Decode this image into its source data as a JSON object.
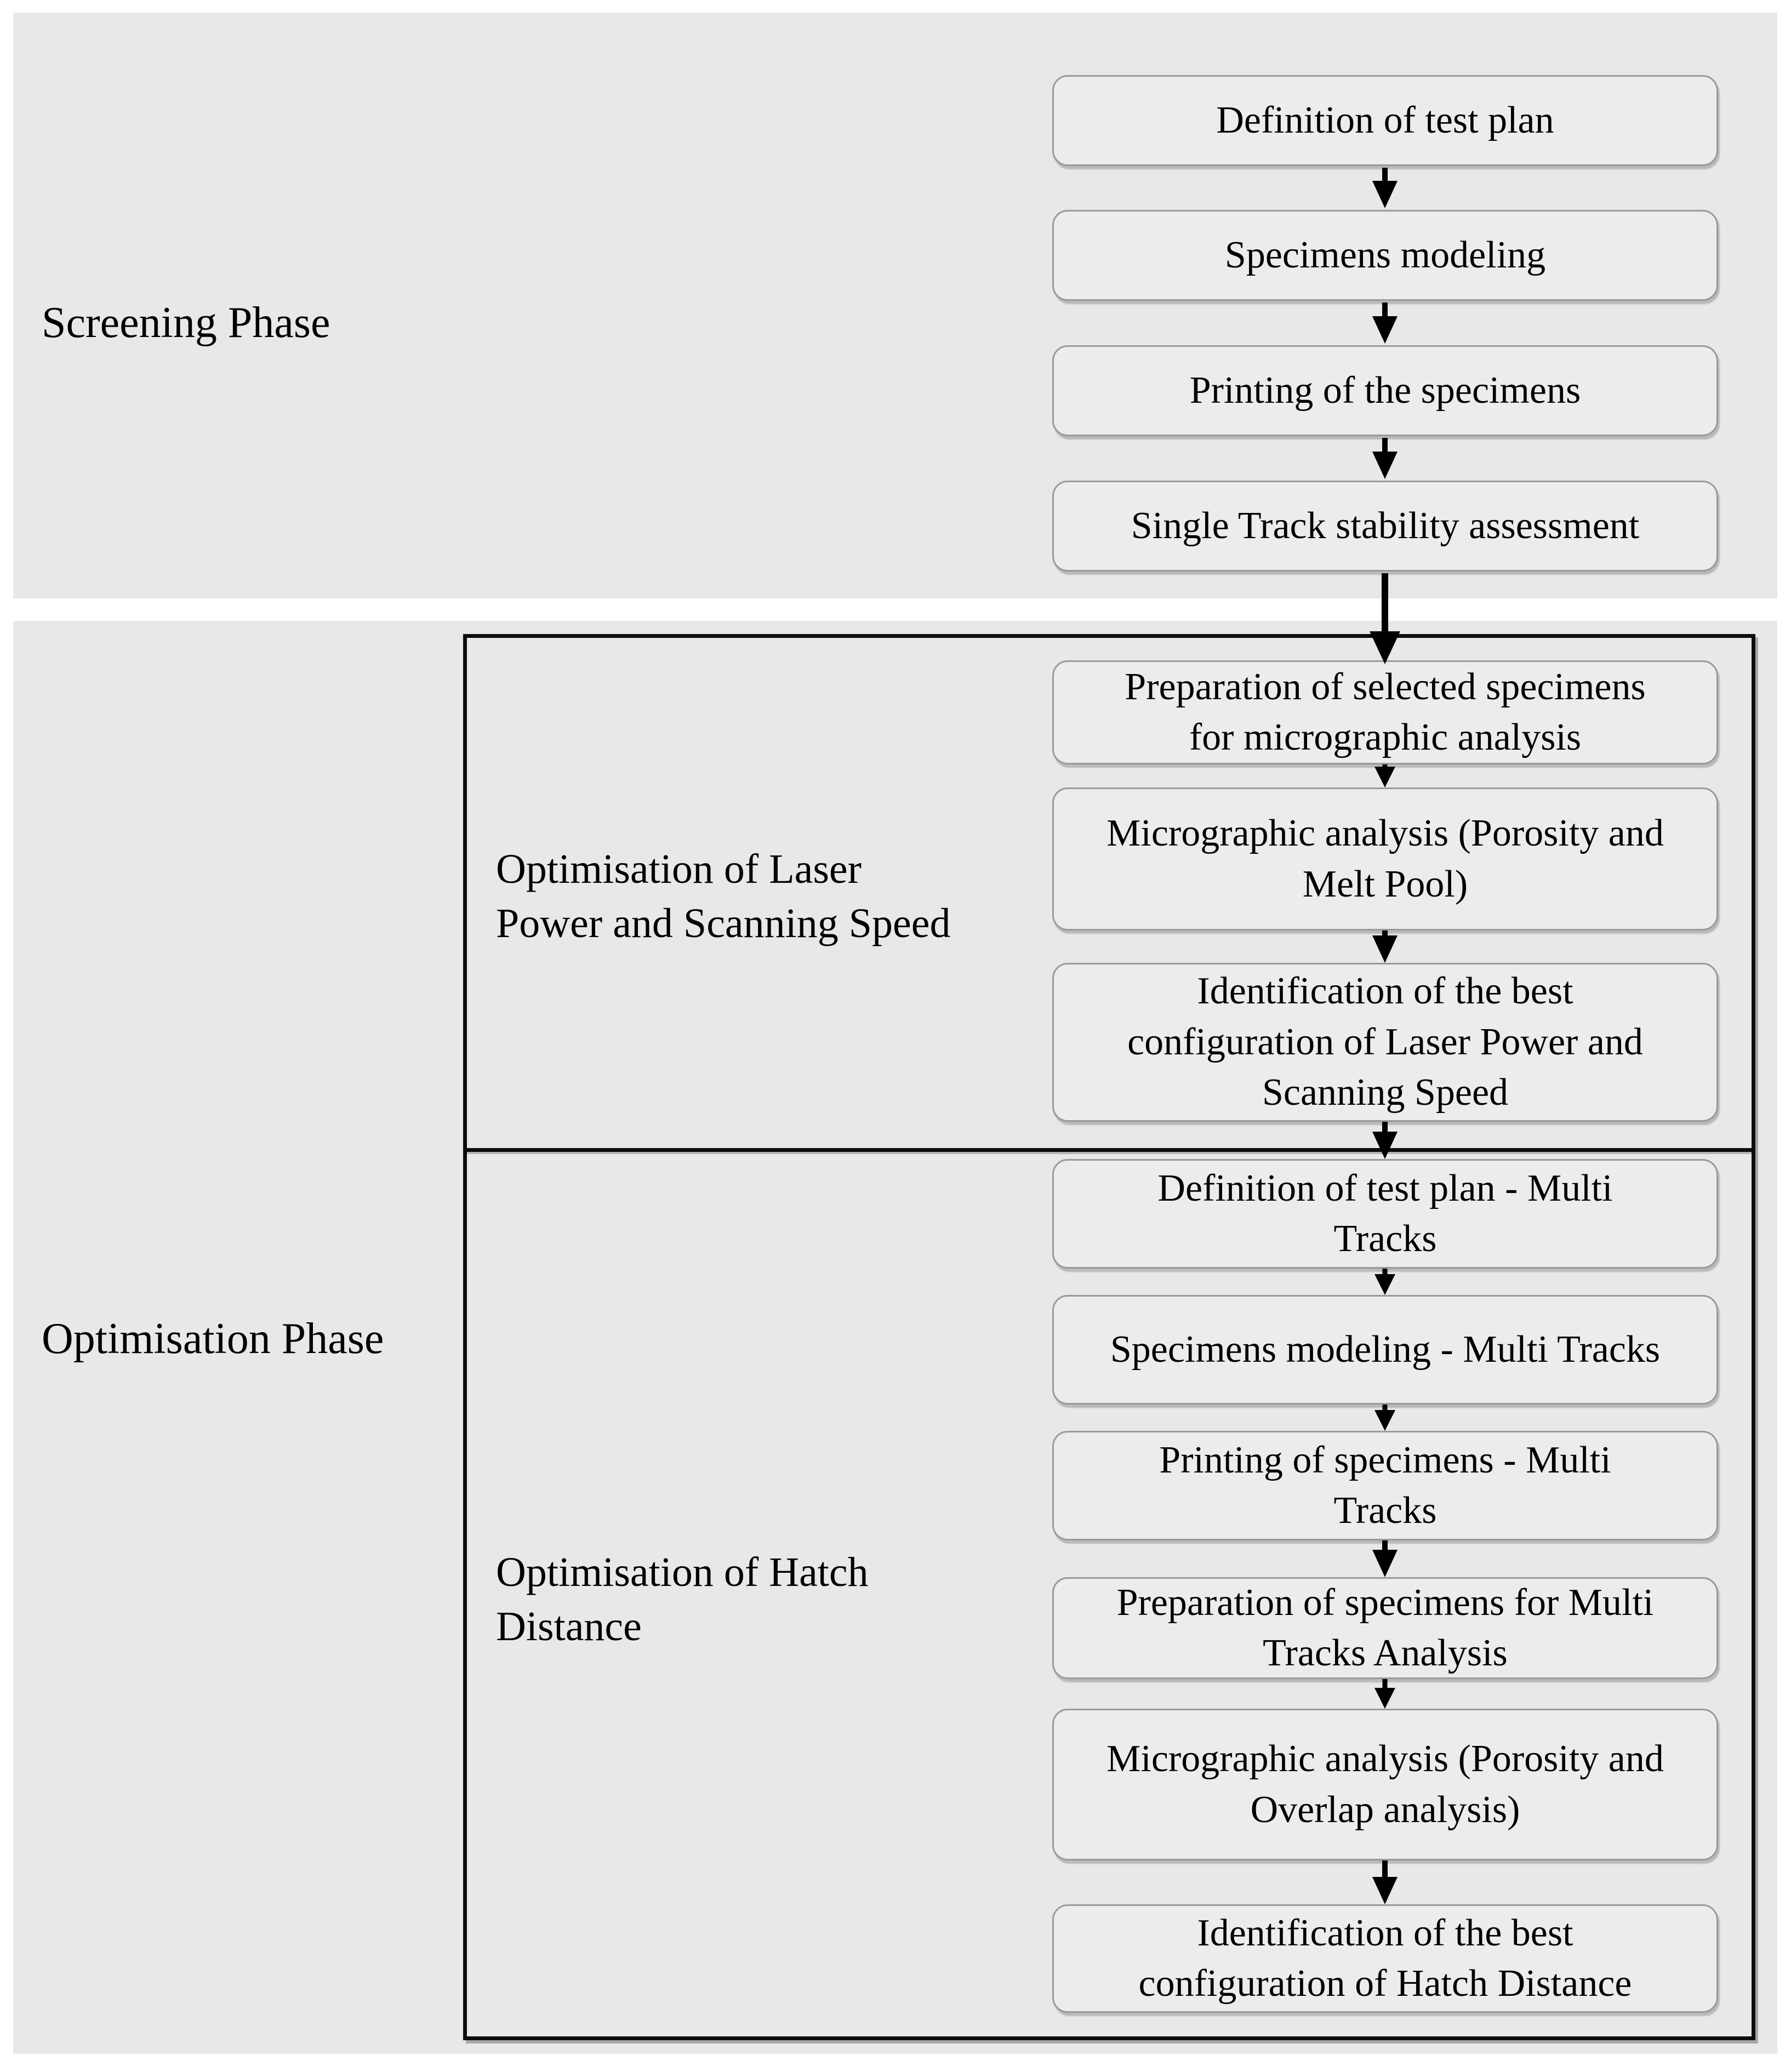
{
  "diagram": {
    "screening": {
      "label": "Screening Phase",
      "boxes": [
        {
          "label": "Definition of test plan"
        },
        {
          "label": "Specimens modeling"
        },
        {
          "label": "Printing of the specimens"
        },
        {
          "label": "Single Track stability assessment"
        }
      ]
    },
    "optimisation": {
      "label": "Optimisation Phase",
      "sections": [
        {
          "label": "Optimisation of Laser\nPower and Scanning Speed",
          "boxes": [
            {
              "label": "Preparation of selected specimens\nfor micrographic analysis"
            },
            {
              "label": "Micrographic analysis (Porosity and\nMelt Pool)"
            },
            {
              "label": "Identification of the best\nconfiguration of Laser Power and\nScanning Speed"
            }
          ]
        },
        {
          "label": "Optimisation of Hatch\nDistance",
          "boxes": [
            {
              "label": "Definition of test plan - Multi\nTracks"
            },
            {
              "label": "Specimens modeling - Multi Tracks"
            },
            {
              "label": "Printing of specimens - Multi\nTracks"
            },
            {
              "label": "Preparation of specimens for Multi\nTracks Analysis"
            },
            {
              "label": "Micrographic analysis (Porosity and\nOverlap analysis)"
            },
            {
              "label": "Identification of the best\nconfiguration of Hatch Distance"
            }
          ]
        }
      ]
    },
    "colors": {
      "band": "#e8e8e8",
      "box_fill": "#ececec",
      "box_border": "#9a9a9a",
      "line": "#000000"
    }
  }
}
